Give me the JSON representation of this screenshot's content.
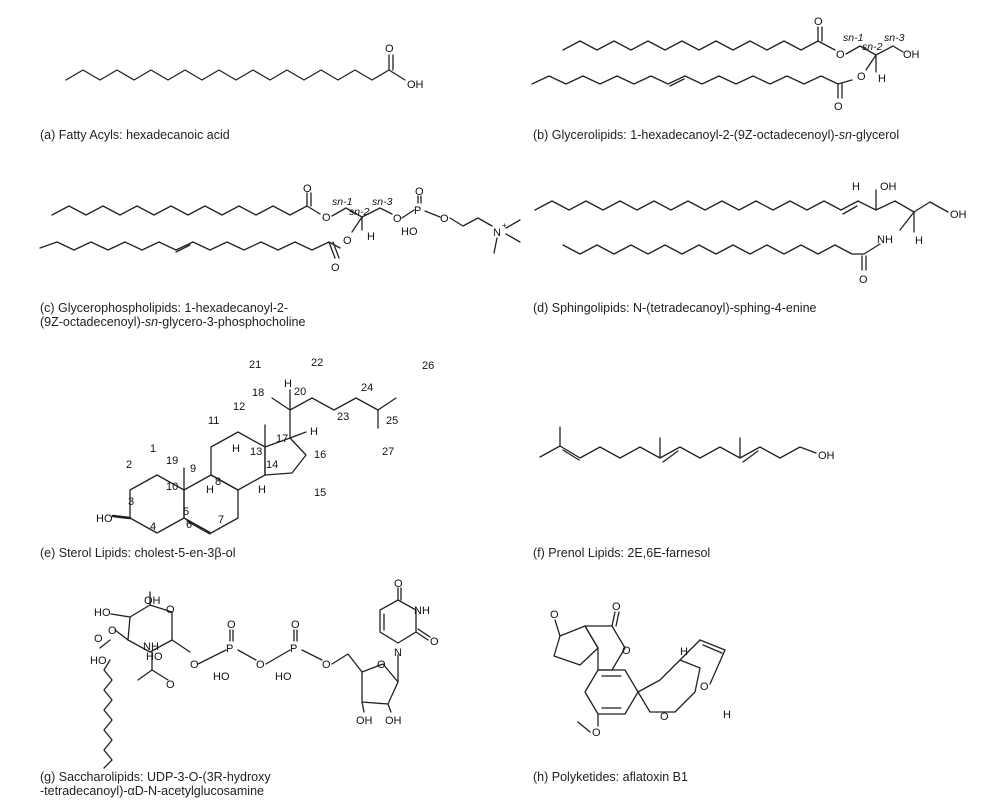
{
  "panels": [
    {
      "id": "a",
      "caption": "(a) Fatty Acyls: hexadecanoic acid"
    },
    {
      "id": "b",
      "caption_pre": "(b) Glycerolipids: 1-hexadecanoyl-2-(9Z-octadecenoyl)-",
      "caption_ital": "sn",
      "caption_post": "-glycerol"
    },
    {
      "id": "c",
      "caption_line1": "(c) Glycerophospholipids: 1-hexadecanoyl-2-",
      "caption_pre": "(9Z-octadecenoyl)-",
      "caption_ital": "sn",
      "caption_post": "-glycero-3-phosphocholine"
    },
    {
      "id": "d",
      "caption": "(d) Sphingolipids: N-(tetradecanoyl)-sphing-4-enine"
    },
    {
      "id": "e",
      "caption": "(e) Sterol Lipids: cholest-5-en-3β-ol"
    },
    {
      "id": "f",
      "caption": "(f) Prenol Lipids: 2E,6E-farnesol"
    },
    {
      "id": "g",
      "caption_line1": "(g) Saccharolipids: UDP-3-O-(3R-hydroxy",
      "caption_line2": "-tetradecanoyl)-αD-N-acetylglucosamine"
    },
    {
      "id": "h",
      "caption": "(h) Polyketides: aflatoxin B1"
    }
  ],
  "atoms": {
    "O": "O",
    "OH": "OH",
    "HO": "HO",
    "H": "H",
    "P": "P",
    "N": "N",
    "Nplus": "N",
    "plus": "+",
    "NH": "NH",
    "sn1": "sn-1",
    "sn2": "sn-2",
    "sn3": "sn-3"
  },
  "sterol_numbers": [
    "1",
    "2",
    "3",
    "4",
    "5",
    "6",
    "7",
    "8",
    "9",
    "10",
    "11",
    "12",
    "13",
    "14",
    "15",
    "16",
    "17",
    "18",
    "19",
    "20",
    "21",
    "22",
    "23",
    "24",
    "25",
    "26",
    "27"
  ]
}
